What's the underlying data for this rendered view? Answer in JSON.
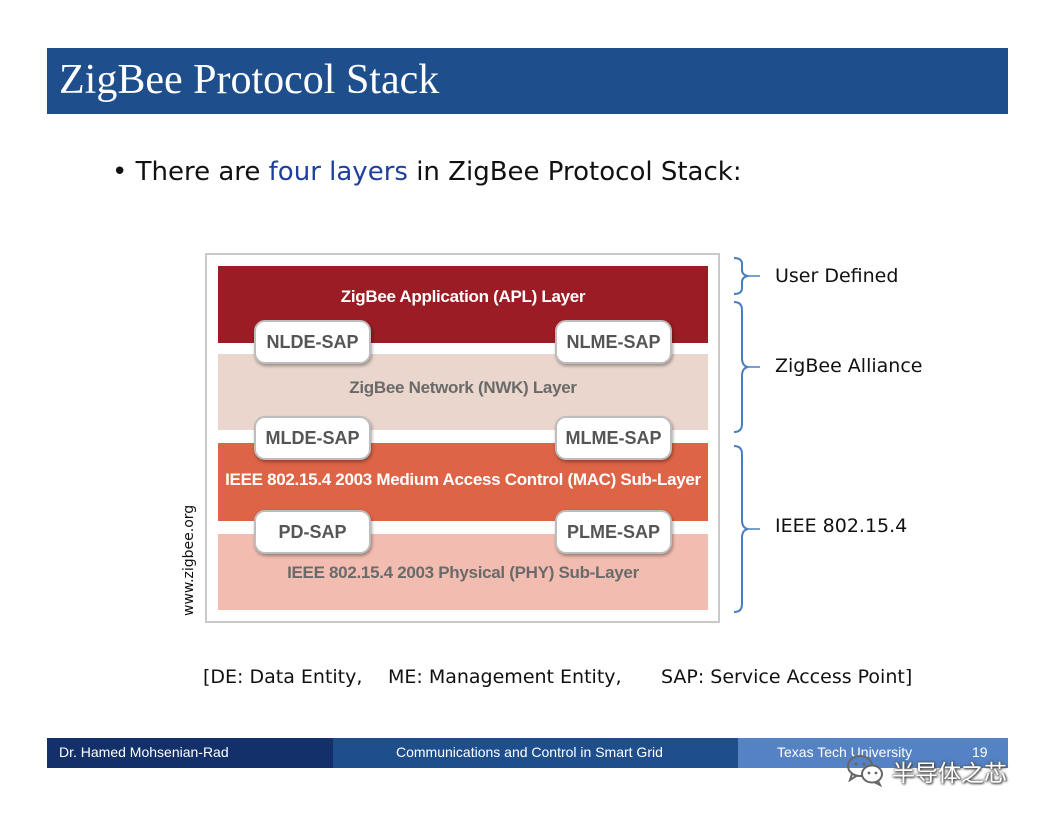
{
  "slide": {
    "title": "ZigBee Protocol Stack",
    "bullet": {
      "before": "There are ",
      "highlight": "four layers",
      "after": " in ZigBee Protocol Stack:"
    }
  },
  "stack": {
    "side_url": "www.zigbee.org",
    "layers": {
      "apl": "ZigBee Application (APL) Layer",
      "nwk": "ZigBee Network (NWK) Layer",
      "mac": "IEEE 802.15.4 2003 Medium Access Control (MAC) Sub-Layer",
      "phy": "IEEE 802.15.4 2003 Physical (PHY) Sub-Layer"
    },
    "saps": {
      "nlde": "NLDE-SAP",
      "nlme": "NLME-SAP",
      "mlde": "MLDE-SAP",
      "mlme": "MLME-SAP",
      "pd": "PD-SAP",
      "plme": "PLME-SAP"
    },
    "colors": {
      "apl": "#9b1c24",
      "nwk": "#ead6cc",
      "mac": "#dd6446",
      "phy": "#f2bdb0"
    }
  },
  "braces": {
    "user_defined": "User Defined",
    "zigbee_alliance": "ZigBee Alliance",
    "ieee": "IEEE 802.15.4"
  },
  "legend": {
    "de": "[DE: Data Entity,",
    "me": "ME: Management Entity,",
    "sap": "SAP: Service Access Point]"
  },
  "footer": {
    "author": "Dr. Hamed Mohsenian-Rad",
    "course": "Communications and Control in Smart Grid",
    "university": "Texas Tech University",
    "page": "19",
    "colors": {
      "left": "#14306a",
      "middle": "#1f4e8c",
      "right": "#5482c4"
    }
  },
  "watermark": {
    "icon": "wechat-icon",
    "text": "半导体之芯"
  }
}
